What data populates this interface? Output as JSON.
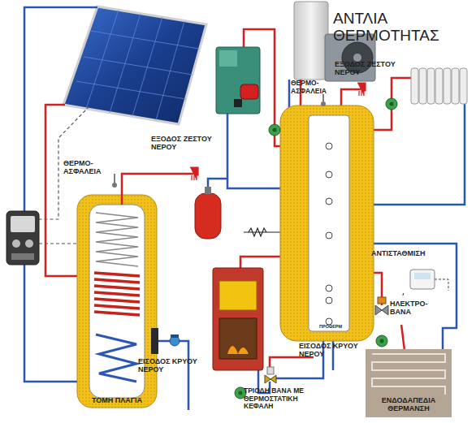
{
  "diagram": {
    "nodes": [
      {
        "text": [
          "ΤΟΜΗ ΠΛΑΓΙΑ"
        ]
      },
      {
        "text": [
          "ΑΝΤΛΙΑ ΘΕΡΜΟΤΗΤΑΣ"
        ]
      },
      {
        "text": [
          "ΑΝΤΙΣΤΑΘΜΙΣΗ"
        ]
      },
      {
        "text": [
          "ΗΛΕΚΤΡΟ- ΒΑΝΑ"
        ]
      },
      {
        "text": [
          "ΕΝΔΟΔΑΠΕΔΙΑ ΘΕΡΜΑΝΣΗ"
        ]
      },
      {
        "text": [
          "ΤΡΙΟΔΗ ΒΑΝΑ ΜΕ ΘΕΡΜΟΣΤΑΤΙΚΗ ΚΕΦΑΛΗ"
        ]
      }
    ],
    "edges": [
      {
        "from": 2,
        "to": 3,
        "arrow": "none"
      },
      {
        "from": 3,
        "to": 4,
        "arrow": "none"
      }
    ],
    "labels": [
      "ΘΕΡΜΟ- ΑΣΦΑΛΕΙΑ",
      "ΕΞΟΔΟΣ ΖΕΣΤΟΥ ΝΕΡΟΥ",
      "ΕΙΣΟΔΟΣ ΚΡΥΟΥ ΝΕΡΟΥ",
      "ΘΕΡΜΟ- ΑΣΦΑΛΕΙΑ",
      "ΕΞΟΔΟΣ ΖΕΣΤΟΥ ΝΕΡΟΥ",
      "ΠΡΟΘΕΡΜ",
      "ΕΙΣΟΔΟΣ ΚΡΥΟΥ ΝΕΡΟΥ"
    ]
  }
}
